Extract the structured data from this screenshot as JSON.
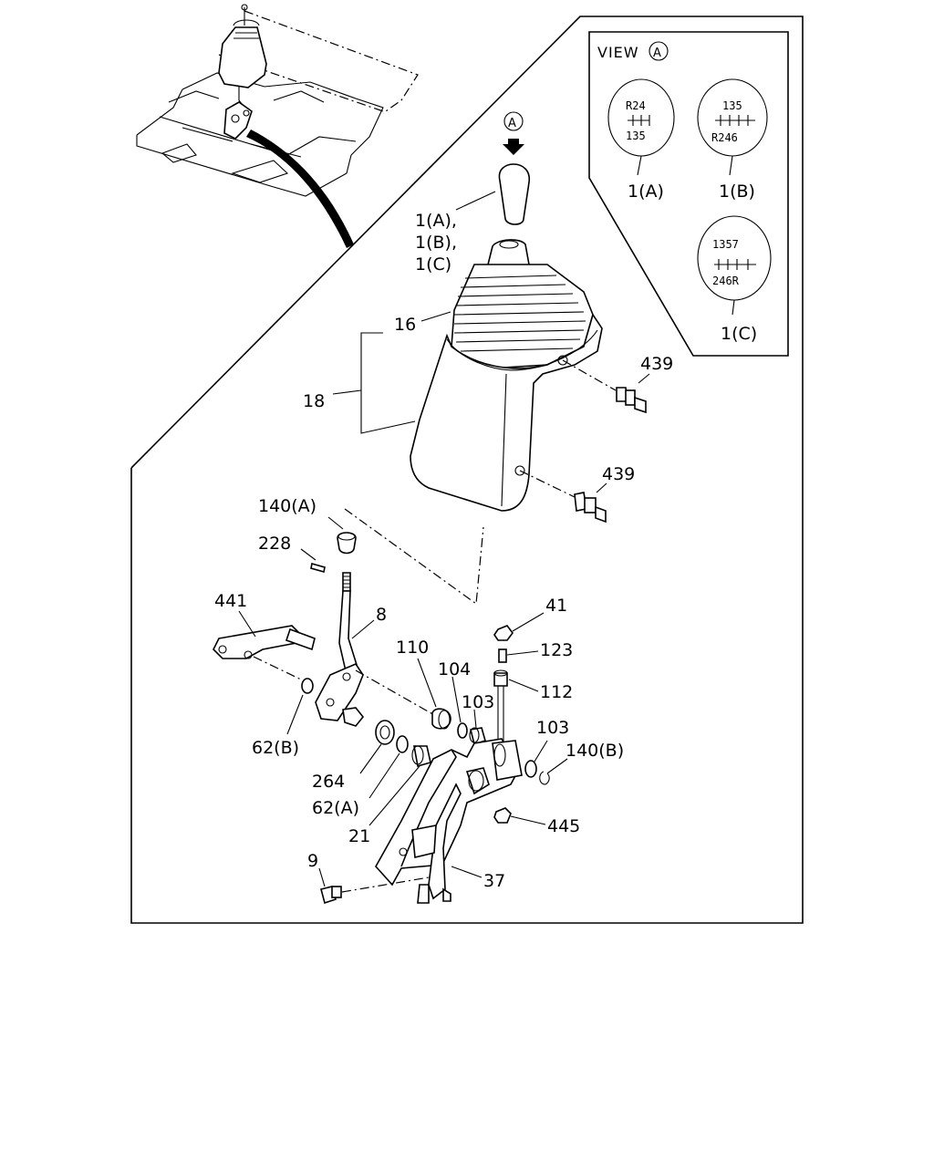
{
  "view": {
    "title": "VIEW",
    "marker": "A",
    "patterns": [
      {
        "id": "1(A)",
        "top": "R24",
        "bottom": "135",
        "label": "1(A)"
      },
      {
        "id": "1(B)",
        "top": "135",
        "bottom": "R246",
        "label": "1(B)"
      },
      {
        "id": "1(C)",
        "top": "1357",
        "bottom": "246R",
        "label": "1(C)"
      }
    ]
  },
  "arrow_marker": "A",
  "labels": {
    "knob_a": "1(A),",
    "knob_b": "1(B),",
    "knob_c": "1(C)",
    "p16": "16",
    "p18": "18",
    "p439a": "439",
    "p439b": "439",
    "p140a": "140(A)",
    "p228": "228",
    "p441": "441",
    "p8": "8",
    "p41": "41",
    "p123": "123",
    "p112": "112",
    "p110": "110",
    "p104": "104",
    "p103a": "103",
    "p103b": "103",
    "p140b": "140(B)",
    "p62b": "62(B)",
    "p264": "264",
    "p62a": "62(A)",
    "p21": "21",
    "p445": "445",
    "p9": "9",
    "p37": "37"
  }
}
